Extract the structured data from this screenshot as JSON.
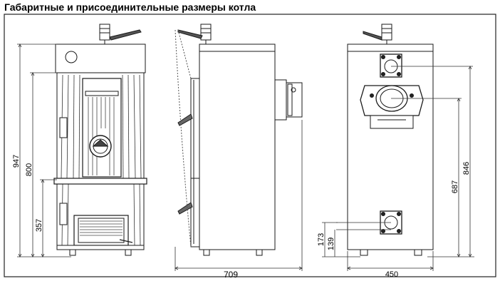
{
  "heading": "Габаритные и присоединительные размеры котла",
  "dimensions": {
    "front_total_height": "947",
    "front_door_height": "800",
    "front_lower_height": "357",
    "side_depth": "709",
    "back_upper_height": "846",
    "back_middle_height": "687",
    "back_low_upper": "173",
    "back_low_lower": "139",
    "back_width": "450"
  },
  "colors": {
    "line": "#1a1a1a",
    "frame": "#222222",
    "dim": "#333333"
  }
}
